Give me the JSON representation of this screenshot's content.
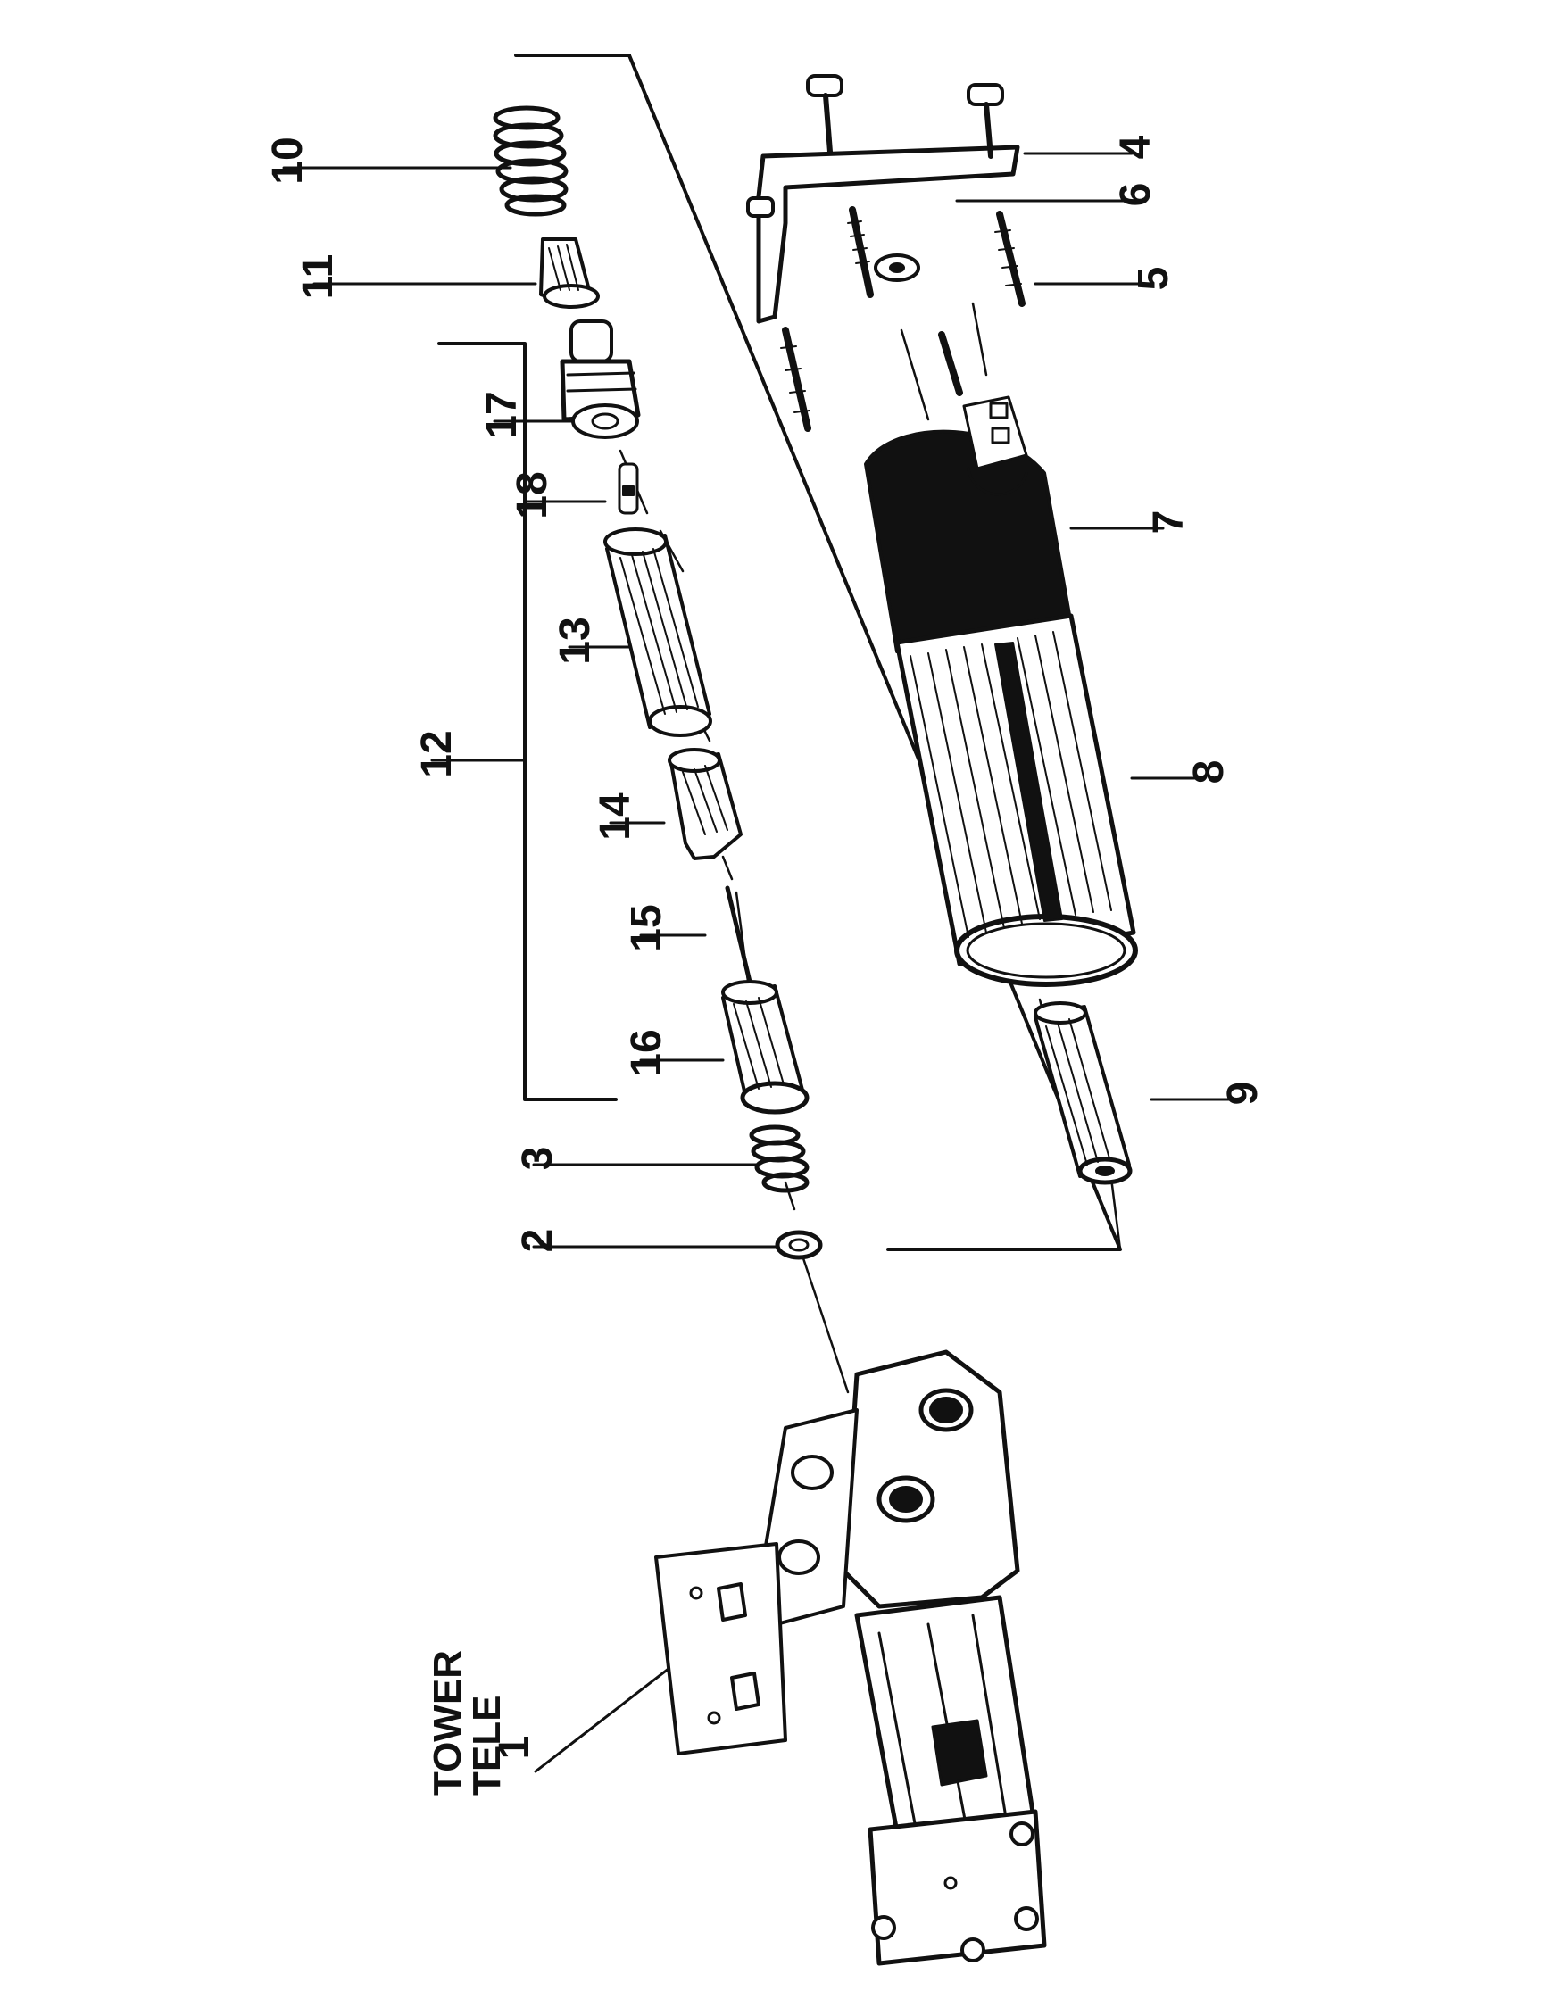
{
  "diagram": {
    "assembly_label_line1": "TOWER",
    "assembly_label_line2": "TELE",
    "callouts": {
      "c1": "1",
      "c2": "2",
      "c3": "3",
      "c4": "4",
      "c5": "5",
      "c6": "6",
      "c7": "7",
      "c8": "8",
      "c9": "9",
      "c10": "10",
      "c11": "11",
      "c12": "12",
      "c13": "13",
      "c14": "14",
      "c15": "15",
      "c16": "16",
      "c17": "17",
      "c18": "18"
    }
  },
  "colors": {
    "ink": "#111111",
    "paper": "#ffffff"
  }
}
